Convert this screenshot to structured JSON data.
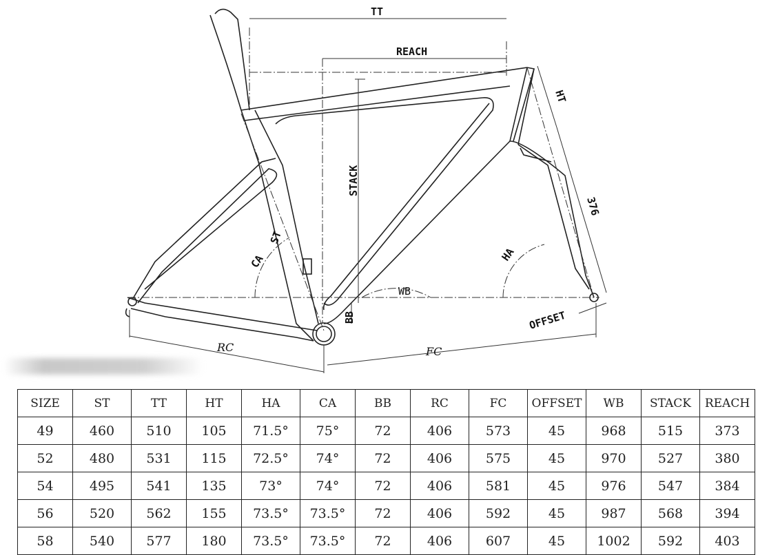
{
  "diagram": {
    "labels": {
      "tt": "TT",
      "reach": "REACH",
      "ht": "HT",
      "stack": "STACK",
      "fork_length": "376",
      "st": "ST",
      "ca": "CA",
      "ha": "HA",
      "wb": "WB",
      "bb": "BB",
      "offset": "OFFSET",
      "rc": "RC",
      "fc": "FC"
    }
  },
  "table": {
    "headers": [
      "SIZE",
      "ST",
      "TT",
      "HT",
      "HA",
      "CA",
      "BB",
      "RC",
      "FC",
      "OFFSET",
      "WB",
      "STACK",
      "REACH"
    ],
    "rows": [
      [
        "49",
        "460",
        "510",
        "105",
        "71.5°",
        "75°",
        "72",
        "406",
        "573",
        "45",
        "968",
        "515",
        "373"
      ],
      [
        "52",
        "480",
        "531",
        "115",
        "72.5°",
        "74°",
        "72",
        "406",
        "575",
        "45",
        "970",
        "527",
        "380"
      ],
      [
        "54",
        "495",
        "541",
        "135",
        "73°",
        "74°",
        "72",
        "406",
        "581",
        "45",
        "976",
        "547",
        "384"
      ],
      [
        "56",
        "520",
        "562",
        "155",
        "73.5°",
        "73.5°",
        "72",
        "406",
        "592",
        "45",
        "987",
        "568",
        "394"
      ],
      [
        "58",
        "540",
        "577",
        "180",
        "73.5°",
        "73.5°",
        "72",
        "406",
        "607",
        "45",
        "1002",
        "592",
        "403"
      ]
    ]
  }
}
